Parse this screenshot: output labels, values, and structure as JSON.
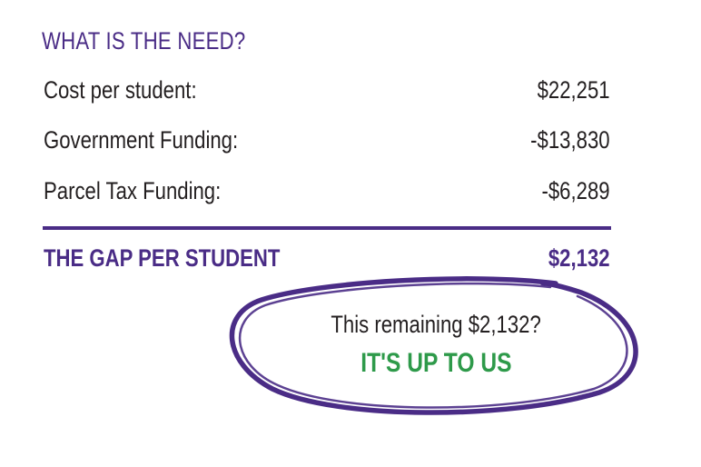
{
  "heading": "WHAT IS THE NEED?",
  "rows": [
    {
      "label": "Cost per student:",
      "value": "$22,251"
    },
    {
      "label": "Government Funding:",
      "value": "-$13,830"
    },
    {
      "label": "Parcel Tax Funding:",
      "value": "-$6,289"
    }
  ],
  "gap": {
    "label": "THE GAP PER STUDENT",
    "value": "$2,132"
  },
  "callout": {
    "question": "This remaining $2,132?",
    "emphasis": "IT'S UP TO US"
  },
  "colors": {
    "accent_purple": "#4a2c86",
    "emphasis_green": "#2e9a4a",
    "text_dark": "#231f20"
  }
}
